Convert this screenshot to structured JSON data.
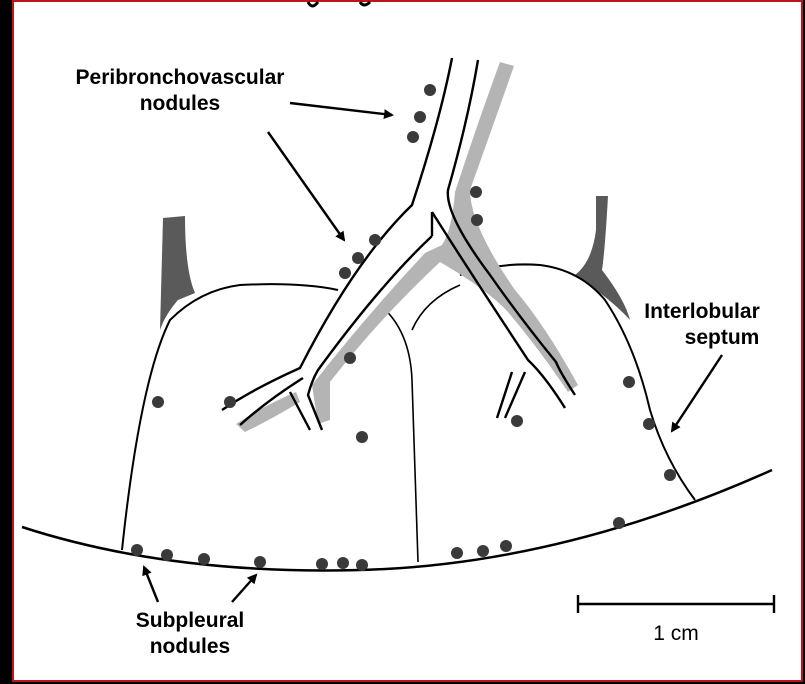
{
  "labels": {
    "peribronchovascular_line1": "Peribronchovascular",
    "peribronchovascular_line2": "nodules",
    "interlobular_line1": "Interlobular",
    "interlobular_line2": "septum",
    "subpleural_line1": "Subpleural",
    "subpleural_line2": "nodules",
    "scale": "1 cm"
  },
  "colors": {
    "border": "#c0141b",
    "outer": "#000000",
    "line": "#000000",
    "nodule": "#3a3a3a",
    "septum_fill": "#5a5a5a",
    "vessel_shadow": "#b4b4b4"
  }
}
